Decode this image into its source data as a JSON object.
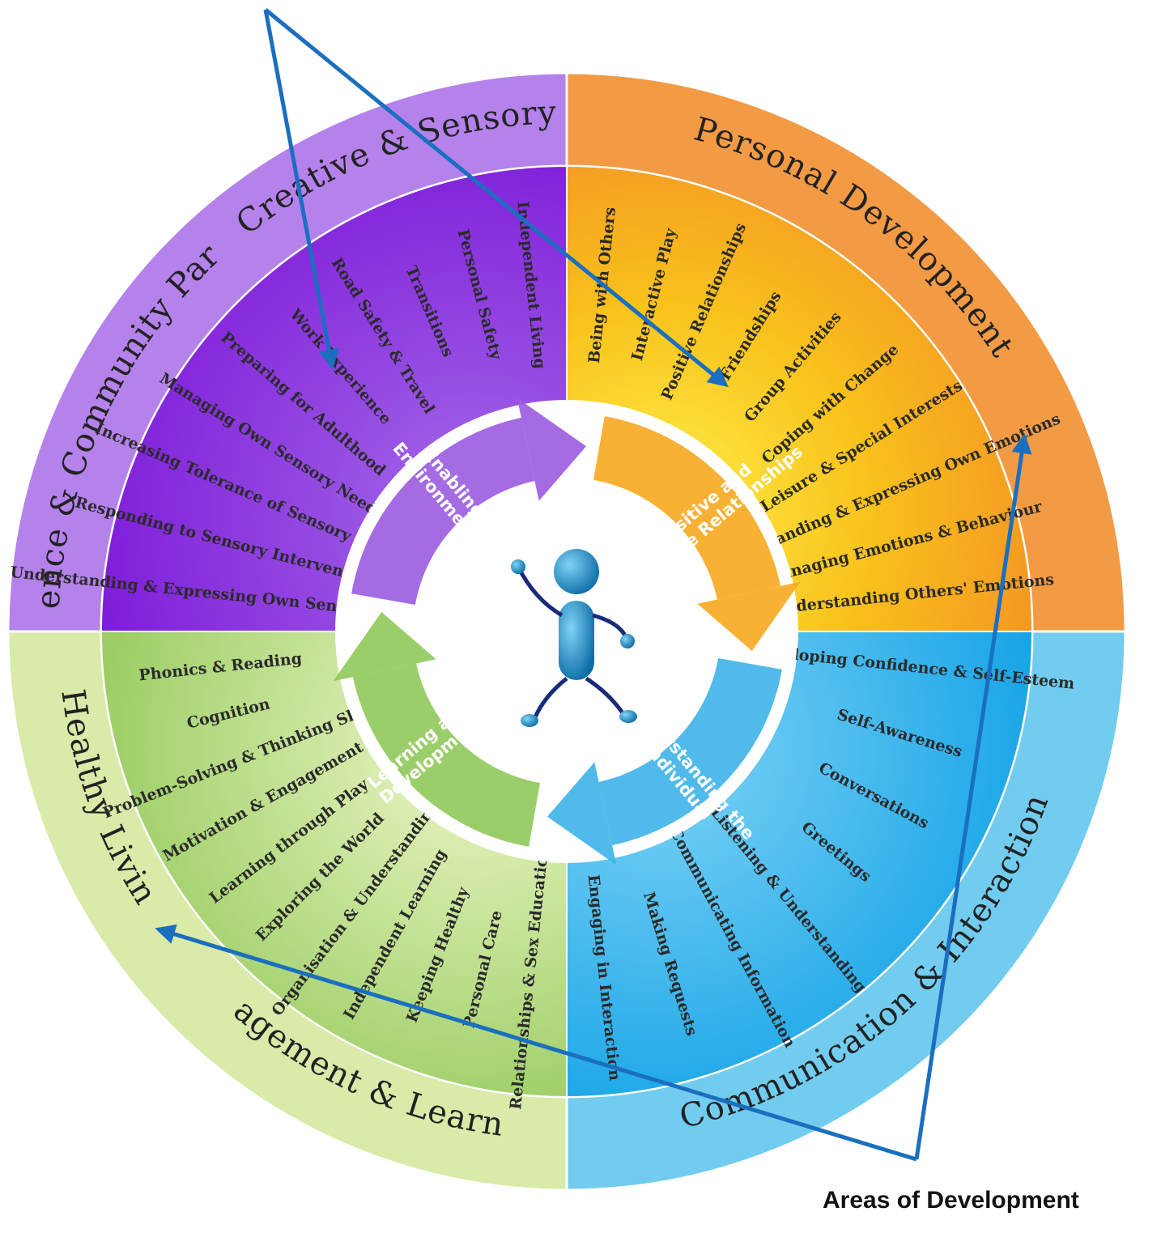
{
  "areas_label": "Areas of Development",
  "colors": {
    "purple_outer": "#b582ec",
    "purple_inner": "#8a2be2",
    "orange_outer": "#f39a45",
    "orange_inner": "#f7b731",
    "blue_outer": "#72ccef",
    "blue_inner": "#18a6e6",
    "green_outer": "#d9eaa9",
    "green_inner": "#a9d36b",
    "arrow": "#1a6fbf"
  },
  "sectors": [
    {
      "key": "purple",
      "outer_labels": [
        "Creative & Sensory",
        "Independence & Community Participation"
      ],
      "items": [
        "Understanding & Expressing Own Sensory Needs",
        "Responding to Sensory Interventions",
        "Increasing Tolerance of Sensory Input",
        "Managing Own Sensory Needs",
        "Preparing for Adulthood",
        "Work Experience",
        "Road Safety & Travel",
        "Transitions",
        "Personal Safety",
        "Independent Living"
      ]
    },
    {
      "key": "orange",
      "outer_labels": [
        "Personal Development"
      ],
      "items": [
        "Being with Others",
        "Interactive Play",
        "Positive Relationships",
        "Friendships",
        "Group Activities",
        "Coping with Change",
        "Leisure & Special Interests",
        "Understanding & Expressing Own Emotions",
        "Managing Emotions & Behaviour",
        "Understanding Others' Emotions"
      ]
    },
    {
      "key": "blue",
      "outer_labels": [
        "Communication & Interaction"
      ],
      "items": [
        "Developing Confidence & Self-Esteem",
        "Self-Awareness",
        "Conversations",
        "Greetings",
        "Listening & Understanding",
        "Communicating Information",
        "Making Requests",
        "Engaging in Interaction"
      ]
    },
    {
      "key": "green",
      "outer_labels": [
        "Healthy Living",
        "Engagement & Learning"
      ],
      "items": [
        "Relationships & Sex Education",
        "Personal Care",
        "Keeping Healthy",
        "Independent Learning",
        "Organisation & Understanding",
        "Exploring the World",
        "Learning through Play",
        "Motivation & Engagement",
        "Problem-Solving & Thinking Skills",
        "Cognition",
        "Phonics & Reading"
      ]
    }
  ],
  "cycle": [
    "Enabling Environments",
    "Positive and Effective Relationships",
    "Understanding the Individual",
    "Learning and Development"
  ]
}
